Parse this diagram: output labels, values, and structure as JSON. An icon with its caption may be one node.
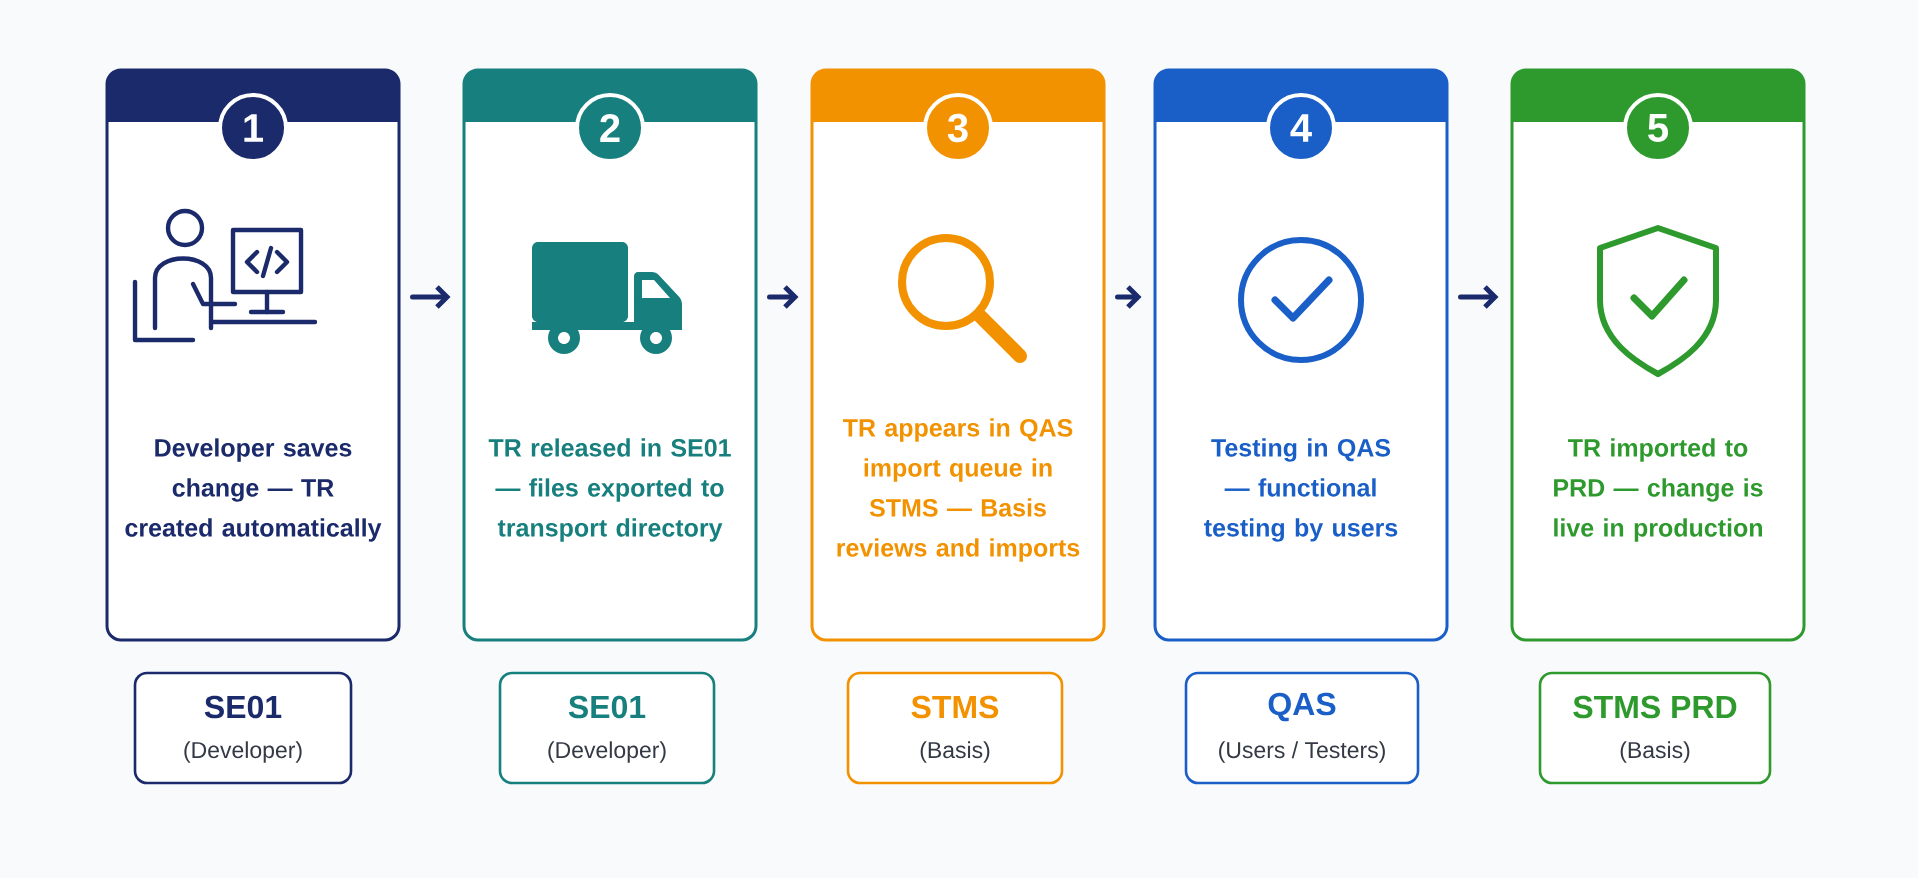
{
  "diagram": {
    "nodes": [
      {
        "text": [
          "1",
          "Developer saves change — TR created automatically"
        ]
      },
      {
        "text": [
          "2",
          "TR released in SE01 — files exported to transport directory"
        ]
      },
      {
        "text": [
          "3",
          "TR appears in QAS import queue in STMS — Basis reviews and imports"
        ]
      },
      {
        "text": [
          "4",
          "Testing in QAS — functional testing by users"
        ]
      },
      {
        "text": [
          "5",
          "TR imported to PRD — change is live in production"
        ]
      },
      {
        "text": [
          "SE01",
          "(Developer)"
        ]
      },
      {
        "text": [
          "SE01",
          "(Developer)"
        ]
      },
      {
        "text": [
          "STMS",
          "(Basis)"
        ]
      },
      {
        "text": [
          "QAS",
          "(Users / Testers)"
        ]
      },
      {
        "text": [
          "STMS PRD",
          "(Basis)"
        ]
      }
    ],
    "edges": [
      {
        "from": 0,
        "to": 1,
        "arrow": "to"
      },
      {
        "from": 1,
        "to": 2,
        "arrow": "to"
      },
      {
        "from": 2,
        "to": 3,
        "arrow": "to"
      },
      {
        "from": 3,
        "to": 4,
        "arrow": "to"
      }
    ]
  }
}
